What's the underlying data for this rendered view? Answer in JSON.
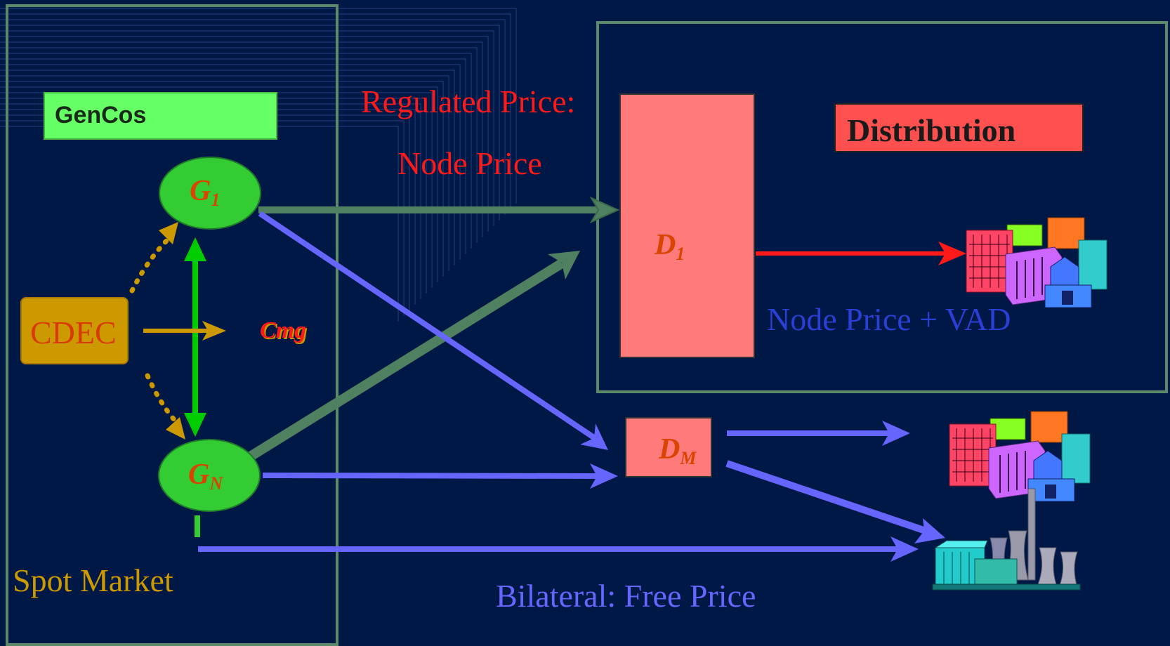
{
  "labels": {
    "gencos": "GenCos",
    "distribution": "Distribution",
    "cdec": "CDEC",
    "cmg": "Cmg",
    "regulated_price": "Regulated Price:",
    "node_price": "Node Price",
    "node_price_vad": "Node Price + VAD",
    "spot_market": "Spot Market",
    "bilateral": "Bilateral: Free Price"
  },
  "nodes": {
    "g1": {
      "letter": "G",
      "sub": "1"
    },
    "gn": {
      "letter": "G",
      "sub": "N"
    },
    "d1": {
      "letter": "D",
      "sub": "1"
    },
    "dm": {
      "letter": "D",
      "sub": "M"
    }
  },
  "icons": [
    "city-buildings-icon",
    "city-buildings-icon",
    "power-plant-icon"
  ],
  "colors": {
    "background": "#001845",
    "frame": "#5a8a6a",
    "gencos": "#66ff66",
    "generator": "#33cc33",
    "distribution": "#ff5050",
    "distributor": "#ff7a7a",
    "cdec": "#cc9900",
    "bilateral_arrow": "#6666ff",
    "regulated_arrow": "#4f8060",
    "red_text": "#ff1a1a",
    "blue_text": "#2a3fd6",
    "spot_text": "#cc9900"
  }
}
